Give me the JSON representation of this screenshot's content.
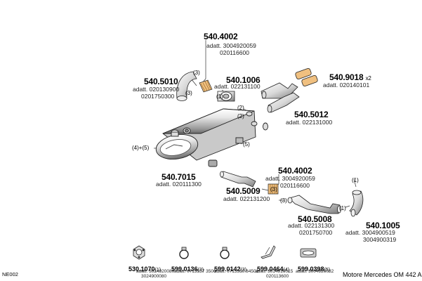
{
  "title": "Motore Mercedes OM 442 A",
  "corner_code": "NE002",
  "parts": {
    "p5404002_top": {
      "code": "540.4002",
      "adatt": "adatt. 3004920059",
      "alt": "020116600"
    },
    "p5405010": {
      "code": "540.5010",
      "adatt": "adatt. 020130900",
      "alt": "0201750300"
    },
    "p5401006": {
      "code": "540.1006",
      "adatt": "adatt. 022131100"
    },
    "p5409018": {
      "code": "540.9018",
      "suffix": "x2",
      "adatt": "adatt. 020140101"
    },
    "p5405012": {
      "code": "540.5012",
      "adatt": "adatt. 022131000"
    },
    "p5407015": {
      "code": "540.7015",
      "adatt": "adatt. 020111300"
    },
    "p5404002_mid": {
      "code": "540.4002",
      "adatt": "adatt. 3004920059",
      "alt": "020116600"
    },
    "p5405009": {
      "code": "540.5009",
      "adatt": "adatt. 022131200"
    },
    "p5405008": {
      "code": "540.5008",
      "adatt": "adatt. 022131300",
      "alt": "0201750700"
    },
    "p5401005": {
      "code": "540.1005",
      "adatt": "adatt. 3004900519",
      "alt": "3004900319"
    }
  },
  "callouts": {
    "c_a": "(3)",
    "c_b": "(3)",
    "c_c": "(1)",
    "c_d": "(2)",
    "c_e": "(2)",
    "c_f": "(5)",
    "c_g": "(4)+(5)",
    "c_h": "(3)",
    "c_i": "(3)",
    "c_j": "(1)",
    "c_k": "(1)"
  },
  "accessories": [
    {
      "code": "530.1070",
      "qty": "(1)",
      "adatt": "adatt. 3024920080",
      "alt": "3024900080"
    },
    {
      "code": "599.0136",
      "qty": "(3)",
      "adatt": "adatt. 0715557 3500"
    },
    {
      "code": "599.0142",
      "qty": "(3)",
      "adatt": "adatt. 0715550 84501"
    },
    {
      "code": "599.0464",
      "qty": "(4)",
      "adatt": "adatt. 3014910015",
      "alt": "020113600"
    },
    {
      "code": "599.0398",
      "qty": "(5)",
      "adatt": "adatt. 3004920082"
    }
  ]
}
